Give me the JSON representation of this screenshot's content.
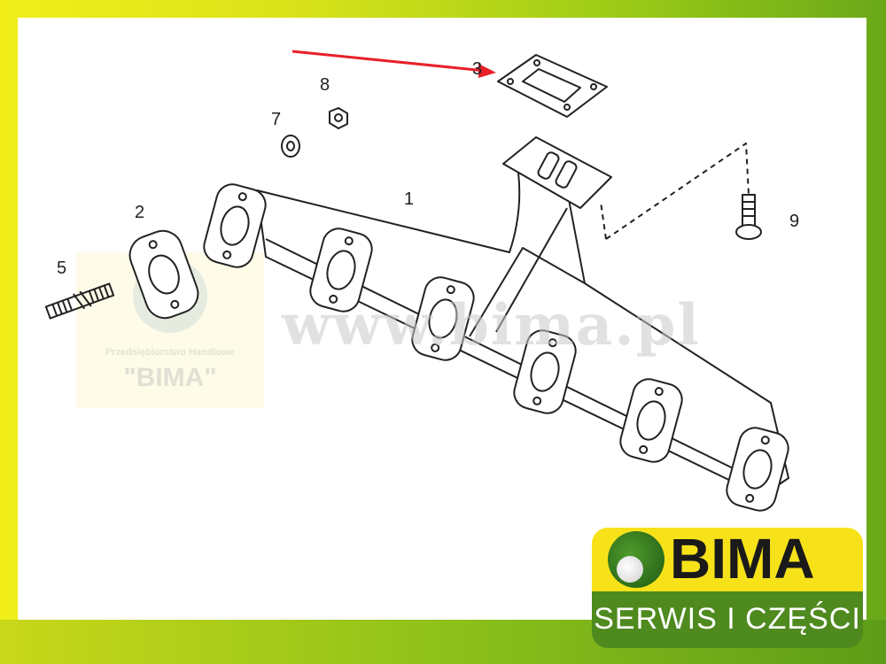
{
  "diagram": {
    "part_labels": [
      "1",
      "2",
      "3",
      "5",
      "7",
      "8",
      "9"
    ],
    "highlighted_part": "3",
    "arrow_color": "#e8202a"
  },
  "watermark": {
    "company_line": "Przedsiębiorstwo Handlowe",
    "company_name": "\"BIMA\"",
    "url": "www.bima.pl"
  },
  "logo": {
    "name": "BIMA",
    "tagline": "SERWIS I CZĘŚCI"
  }
}
